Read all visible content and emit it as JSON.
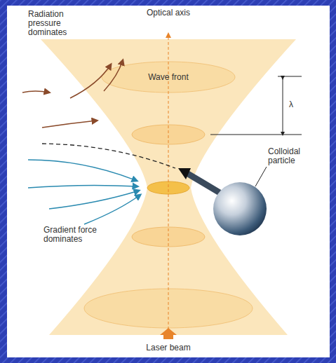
{
  "diagram": {
    "labels": [
      "Optical axis",
      "Radiation pressure dominates",
      "Wave front",
      "λ",
      "Colloidal particle",
      "Gradient force dominates",
      "Laser beam"
    ]
  }
}
